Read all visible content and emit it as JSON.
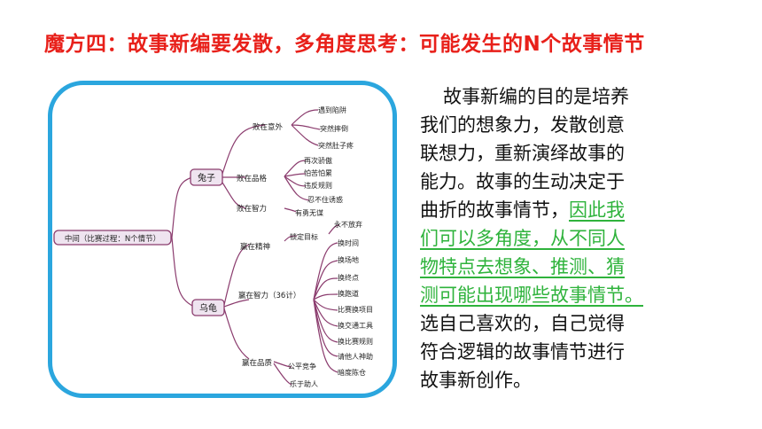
{
  "title": "魔方四：故事新编要发散，多角度思考：可能发生的N个故事情节",
  "mindmap": {
    "root": "中间（比赛过程：N个情节）",
    "rabbit": {
      "label": "兔子",
      "branches": [
        {
          "label": "败在意外",
          "leaves": [
            "遇到陷阱",
            "突然摔倒",
            "突然肚子疼"
          ]
        },
        {
          "label": "败在品格",
          "leaves": [
            "再次骄傲",
            "怕苦怕累",
            "违反规则",
            "忍不住诱惑"
          ]
        },
        {
          "label": "败在智力",
          "leaves": [
            "有勇无谋"
          ]
        }
      ]
    },
    "turtle": {
      "label": "乌龟",
      "branches": [
        {
          "label": "赢在精神",
          "leaves": [
            "锁定目标",
            "永不放弃"
          ]
        },
        {
          "label": "赢在智力（36计）",
          "leaves": [
            "换时间",
            "换场地",
            "换终点",
            "换跑道",
            "比赛换项目",
            "换交通工具",
            "换比赛规则",
            "请他人神助",
            "暗度陈仓"
          ]
        },
        {
          "label": "赢在品质",
          "leaves": [
            "公平竞争",
            "乐于助人"
          ]
        }
      ]
    }
  },
  "paragraph": {
    "lines": [
      {
        "text": "故事新编的目的是培养",
        "indent": true,
        "green": false
      },
      {
        "text": "我们的想象力，发散创意",
        "indent": false,
        "green": false
      },
      {
        "text": "联想力，重新演绎故事的",
        "indent": false,
        "green": false
      },
      {
        "text": "能力。故事的生动决定于",
        "indent": false,
        "green": false
      },
      {
        "text": "曲折的故事情节，",
        "indent": false,
        "green": false,
        "tail": "因此我"
      },
      {
        "text": "们可以多角度，从不同人",
        "indent": false,
        "green": true
      },
      {
        "text": "物特点去想象、推测、猜",
        "indent": false,
        "green": true
      },
      {
        "text": "测可能出现哪些故事情节。",
        "indent": false,
        "green": true
      },
      {
        "text": "选自己喜欢的，自己觉得",
        "indent": false,
        "green": false
      },
      {
        "text": "符合逻辑的故事情节进行",
        "indent": false,
        "green": false
      },
      {
        "text": "故事新创作。",
        "indent": false,
        "green": false
      }
    ]
  },
  "colors": {
    "title": "#e8201a",
    "frame": "#2ba6de",
    "highlight": "#2fb33c",
    "node_fill": "#efe4f0",
    "node_stroke": "#8b3c6e"
  }
}
